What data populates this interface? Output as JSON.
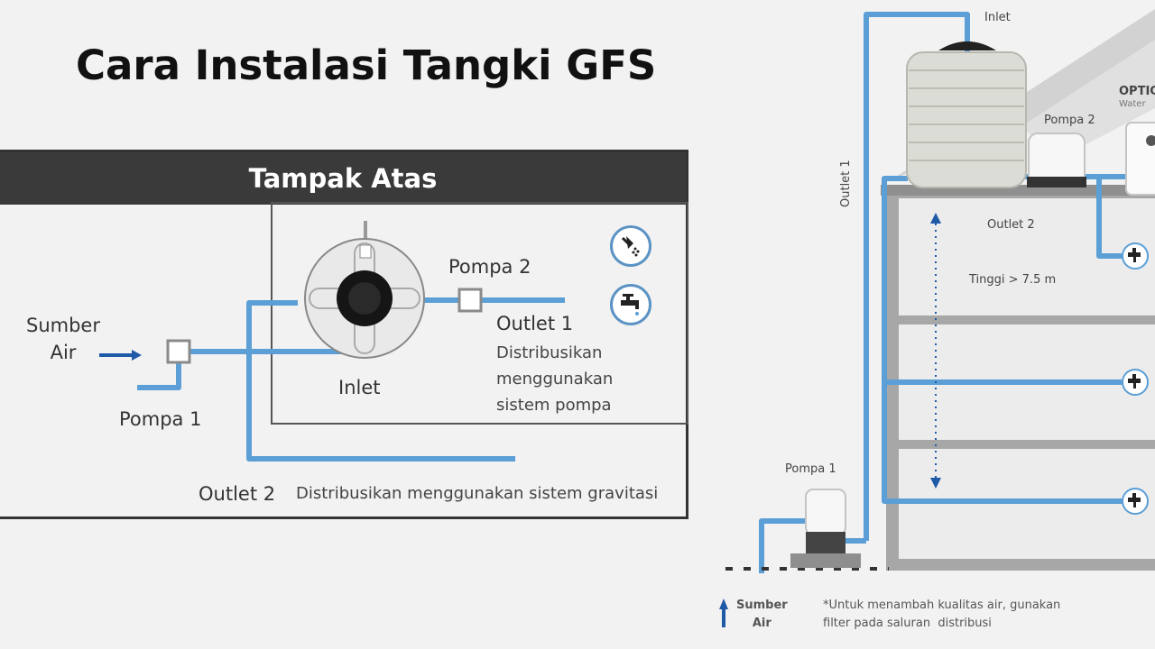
{
  "title": "Cara Instalasi Tangki GFS",
  "top_view": {
    "header": "Tampak Atas",
    "sumber_air": "Sumber\nAir",
    "pompa1": "Pompa 1",
    "pompa2": "Pompa 2",
    "inlet": "Inlet",
    "outlet1": "Outlet 1",
    "outlet1_desc": "Distribusikan\nmenggunakan\nsistem pompa",
    "outlet2": "Outlet 2",
    "outlet2_desc": "Distribusikan menggunakan sistem gravitasi"
  },
  "side_view": {
    "inlet": "Inlet",
    "outlet1": "Outlet 1",
    "outlet2": "Outlet 2",
    "pompa2": "Pompa 2",
    "pompa1": "Pompa 1",
    "optic_label": "OPTIC",
    "optic_sub": "Water",
    "tinggi": "Tinggi > 7.5 m",
    "sumber_air": "Sumber\nAir",
    "footnote": "*Untuk menambah kualitas air, gunakan\nfilter pada saluran  distribusi"
  },
  "colors": {
    "pipe": "#5b9fd6",
    "arrow": "#1f5aa6",
    "header_bg": "#3a3a3a",
    "building": "#a9a9a9"
  }
}
